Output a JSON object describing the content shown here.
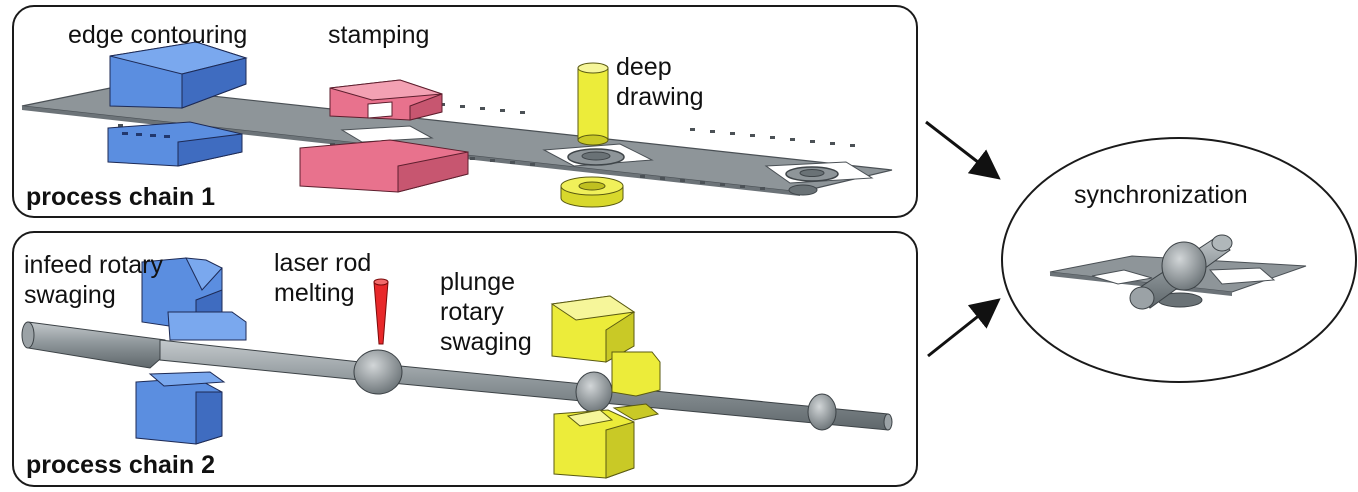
{
  "chain1": {
    "title": "process chain 1",
    "steps": {
      "edge_contouring": "edge contouring",
      "stamping": "stamping",
      "deep_drawing_1": "deep",
      "deep_drawing_2": "drawing"
    }
  },
  "chain2": {
    "title": "process chain 2",
    "steps": {
      "infeed_1": "infeed rotary",
      "infeed_2": "swaging",
      "laser_1": "laser rod",
      "laser_2": "melting",
      "plunge_1": "plunge",
      "plunge_2": "rotary",
      "plunge_3": "swaging"
    }
  },
  "sync": {
    "label": "synchronization"
  },
  "colors": {
    "strip": "#8e9599",
    "blue": "#5b8ee0",
    "pink": "#e8728d",
    "yellow": "#ecec3a",
    "red": "#e8282a",
    "outline": "#1a1a1a"
  }
}
